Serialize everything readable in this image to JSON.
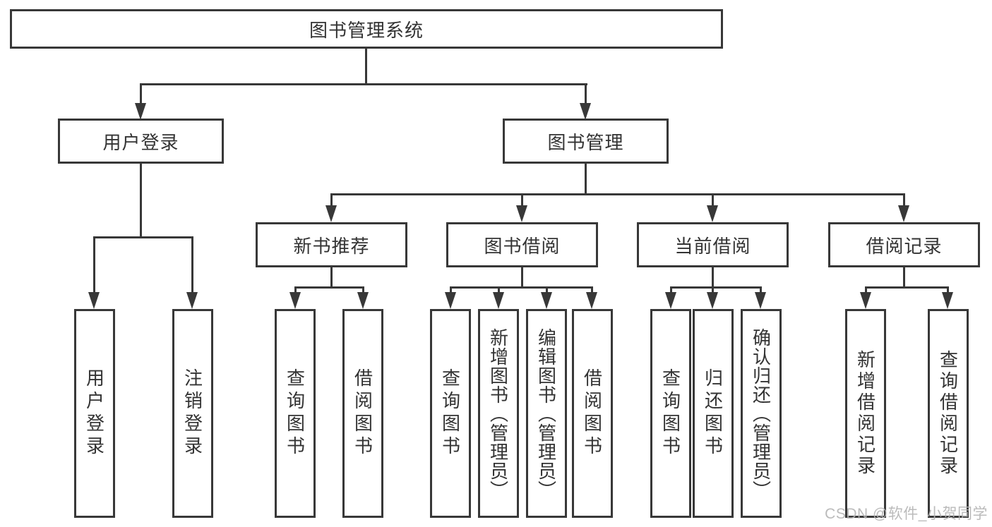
{
  "diagram": {
    "type": "functional-structure-tree",
    "tree": {
      "label": "图书管理系统",
      "children": [
        {
          "label": "用户登录",
          "children": [
            {
              "label": "用户登录"
            },
            {
              "label": "注销登录"
            }
          ]
        },
        {
          "label": "图书管理",
          "children": [
            {
              "label": "新书推荐",
              "children": [
                {
                  "label": "查询图书"
                },
                {
                  "label": "借阅图书"
                }
              ]
            },
            {
              "label": "图书借阅",
              "children": [
                {
                  "label": "查询图书"
                },
                {
                  "label": "新增图书（管理员）"
                },
                {
                  "label": "编辑图书（管理员）"
                },
                {
                  "label": "借阅图书"
                }
              ]
            },
            {
              "label": "当前借阅",
              "children": [
                {
                  "label": "查询图书"
                },
                {
                  "label": "归还图书"
                },
                {
                  "label": "确认归还（管理员）"
                }
              ]
            },
            {
              "label": "借阅记录",
              "children": [
                {
                  "label": "新增借阅记录"
                },
                {
                  "label": "查询借阅记录"
                }
              ]
            }
          ]
        }
      ]
    },
    "colors": {
      "line": "#383838",
      "text": "#333333",
      "background": "#ffffff",
      "watermark": "#b4b4b4"
    }
  },
  "watermark": {
    "text": "CSDN @软件_小贺同学"
  }
}
